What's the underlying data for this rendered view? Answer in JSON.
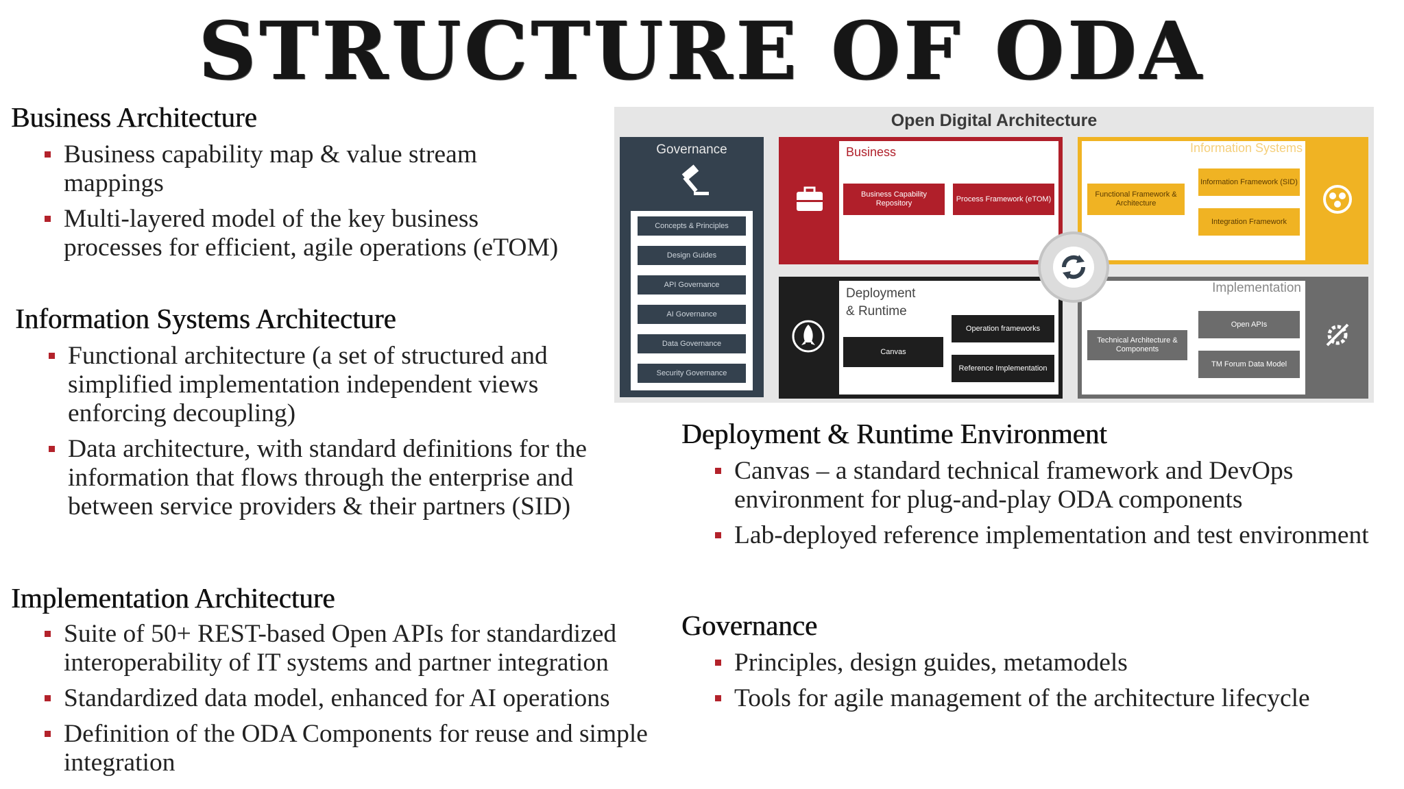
{
  "title": "STRUCTURE OF ODA",
  "business": {
    "heading": "Business Architecture",
    "bullets": [
      "Business capability map & value stream mappings",
      "Multi-layered model of the key business processes for efficient, agile operations (eTOM)"
    ]
  },
  "infosys": {
    "heading": "Information Systems Architecture",
    "bullets": [
      "Functional architecture (a set of structured and simplified implementation independent views enforcing decoupling)",
      "Data architecture, with standard definitions for the information that flows through the enterprise and between service providers & their partners (SID)"
    ]
  },
  "implementation": {
    "heading": "Implementation Architecture",
    "bullets": [
      "Suite of 50+ REST-based Open APIs for standardized interoperability of IT systems and partner integration",
      "Standardized data model, enhanced for AI operations",
      "Definition of the ODA Components for reuse and simple integration"
    ]
  },
  "deployment": {
    "heading": "Deployment & Runtime Environment",
    "bullets": [
      "Canvas – a standard technical framework and DevOps environment for plug-and-play ODA components",
      "Lab-deployed reference implementation and test environment"
    ]
  },
  "governance": {
    "heading": "Governance",
    "bullets": [
      "Principles, design guides, metamodels",
      "Tools for agile management of the architecture lifecycle"
    ]
  },
  "diagram": {
    "title": "Open Digital Architecture",
    "governance_label": "Governance",
    "governance_items": [
      "Concepts & Principles",
      "Design Guides",
      "API Governance",
      "AI Governance",
      "Data Governance",
      "Security Governance"
    ],
    "business_label": "Business",
    "business_items": [
      "Business Capability Repository",
      "Process Framework (eTOM)"
    ],
    "infosys_label": "Information Systems",
    "infosys_items": [
      "Functional Framework & Architecture",
      "Information Framework (SID)",
      "Integration Framework"
    ],
    "deployment_label_1": "Deployment",
    "deployment_label_2": "& Runtime",
    "deployment_items": [
      "Canvas",
      "Operation frameworks",
      "Reference Implementation"
    ],
    "implementation_label": "Implementation",
    "implementation_items": [
      "Technical Architecture & Components",
      "Open APIs",
      "TM Forum Data Model"
    ],
    "colors": {
      "business": "#b01f2a",
      "infosys": "#f0b323",
      "governance": "#34414e",
      "deployment": "#1e1e1e",
      "implementation": "#6c6c6c"
    }
  }
}
